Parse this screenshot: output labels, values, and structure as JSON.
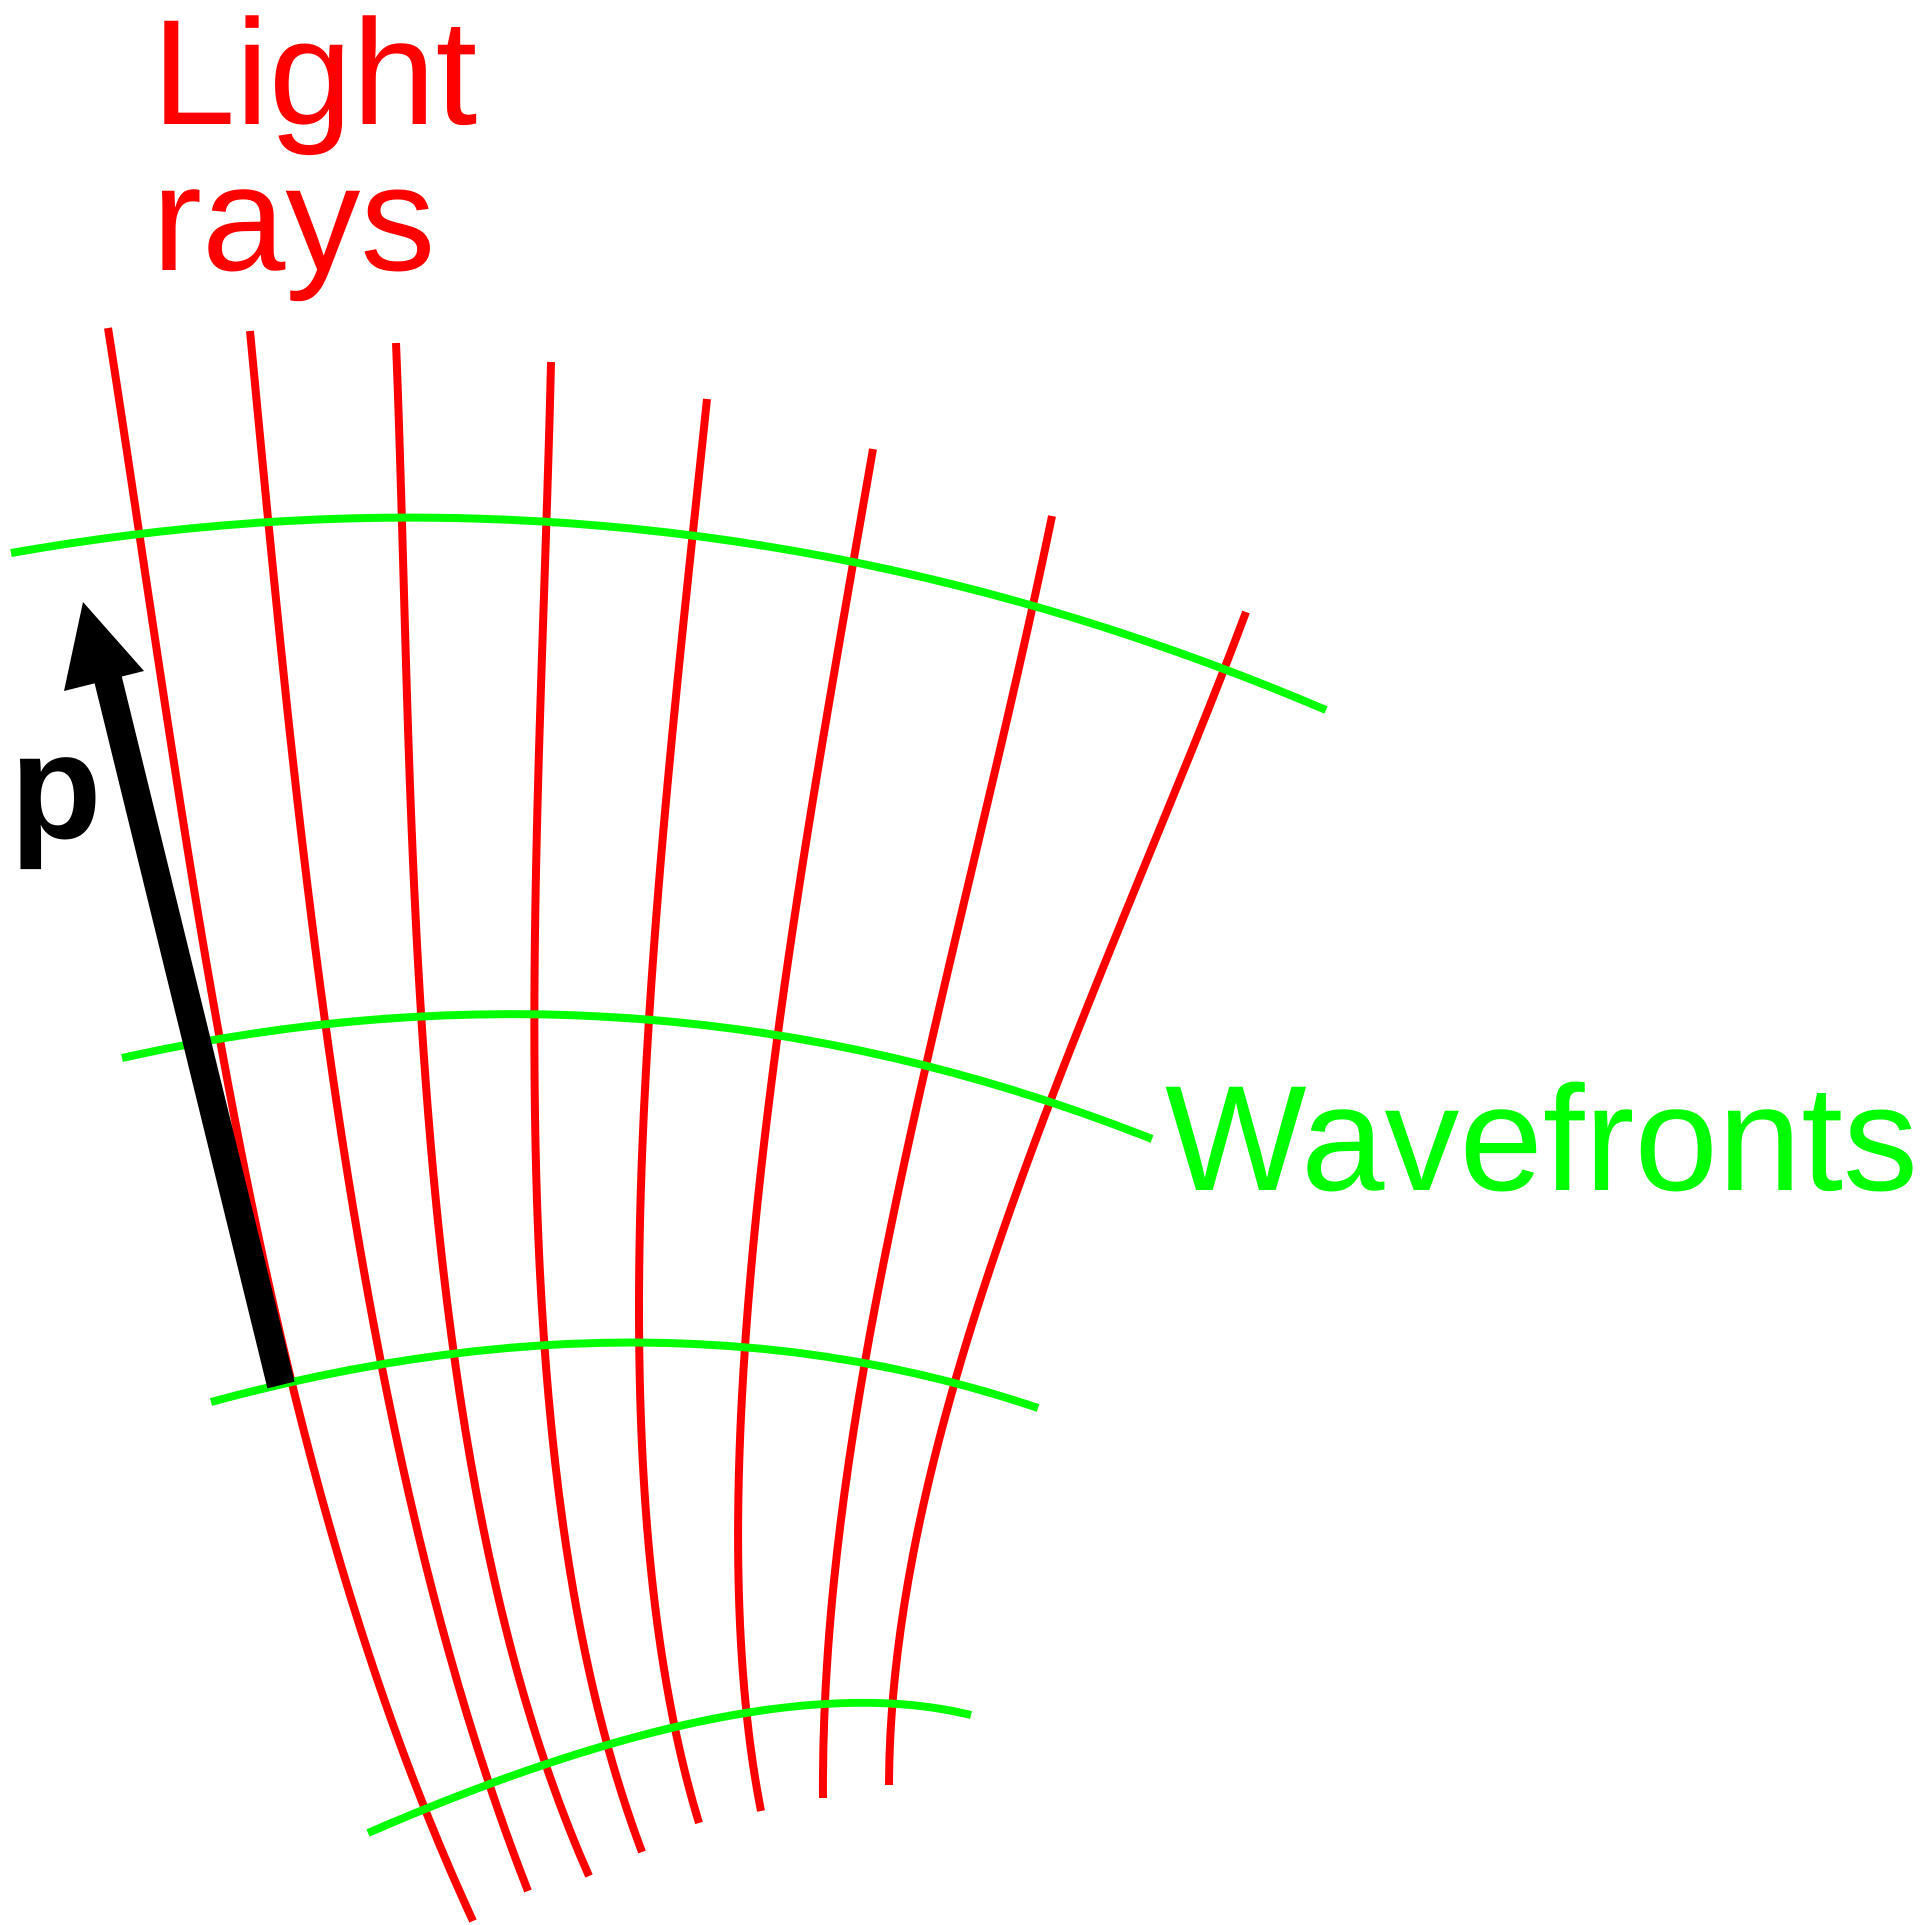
{
  "labels": {
    "light_rays_line1": "Light",
    "light_rays_line2": "rays",
    "wavefronts": "Wavefronts",
    "momentum": "p"
  },
  "colors": {
    "rays": "#ff0000",
    "wavefronts": "#00ff00",
    "arrow": "#000000",
    "background": "#ffffff"
  }
}
